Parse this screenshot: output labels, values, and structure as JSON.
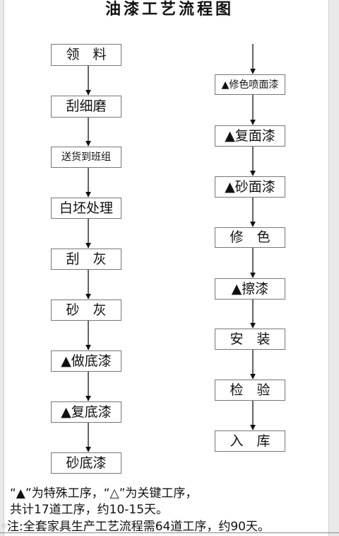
{
  "title": "油漆工艺流程图",
  "left_steps": [
    "领　料",
    "刮细磨",
    "送货到班组",
    "白坯处理",
    "刮　灰",
    "砂　灰",
    "▲做底漆",
    "▲复底漆",
    "砂底漆"
  ],
  "right_steps": [
    "▲修色喷面漆",
    "▲复面漆",
    "▲砂面漆",
    "修　色",
    "▲擦漆",
    "安　装",
    "检　验",
    "入　库"
  ],
  "notes": [
    "“▲”为特殊工序，“△”为关键工序，",
    "共计17道工序，约10-15天。",
    "注:全套家具生产工艺流程需64道工序，约90天。"
  ]
}
